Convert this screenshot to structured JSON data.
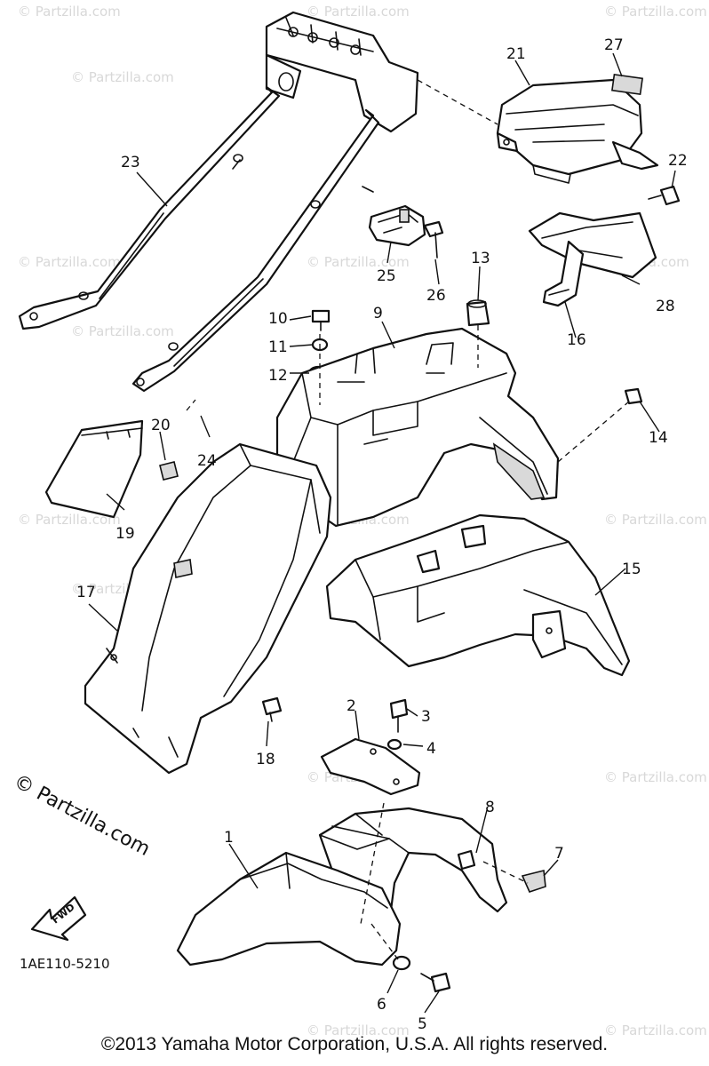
{
  "watermark": {
    "small_text": "© Partzilla.com",
    "large_text": "© Partzilla.com"
  },
  "callouts": [
    "1",
    "2",
    "3",
    "4",
    "5",
    "6",
    "7",
    "8",
    "9",
    "10",
    "11",
    "12",
    "13",
    "14",
    "15",
    "16",
    "17",
    "18",
    "19",
    "20",
    "21",
    "22",
    "23",
    "24",
    "25",
    "26",
    "27",
    "28"
  ],
  "fwd_label": "FWD",
  "diagram_code": "1AE110-5210",
  "copyright": "©2013  Yamaha Motor Corporation, U.S.A. All rights reserved."
}
